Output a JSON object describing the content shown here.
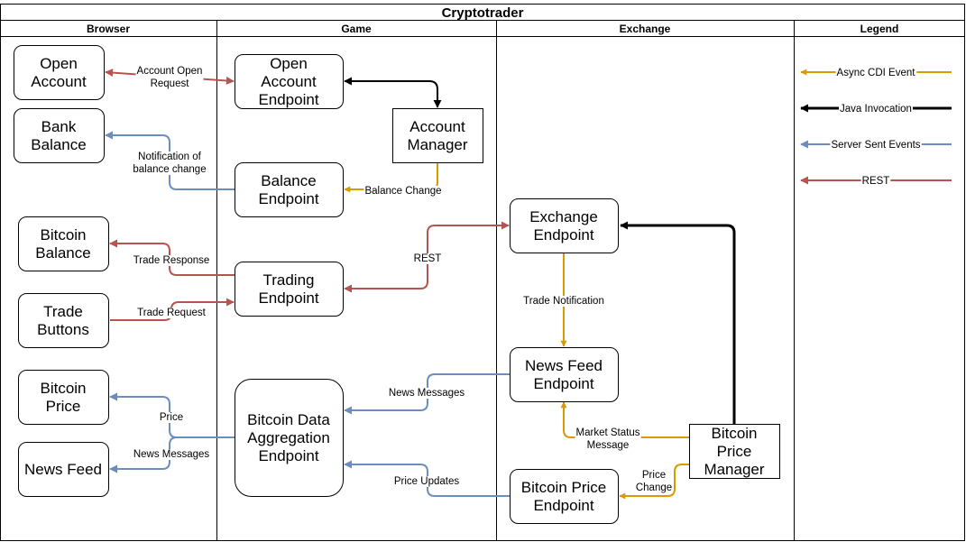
{
  "title": "Cryptotrader",
  "colors": {
    "async": "#D79B00",
    "java": "#000000",
    "sse": "#6C8EBF",
    "rest": "#B85450"
  },
  "lanes": [
    {
      "id": "browser",
      "label": "Browser"
    },
    {
      "id": "game",
      "label": "Game"
    },
    {
      "id": "exchange",
      "label": "Exchange"
    },
    {
      "id": "legend",
      "label": "Legend"
    }
  ],
  "nodes": {
    "open_account": {
      "lines": [
        "Open",
        "Account"
      ]
    },
    "bank_balance": {
      "lines": [
        "Bank",
        "Balance"
      ]
    },
    "bitcoin_balance": {
      "lines": [
        "Bitcoin",
        "Balance"
      ]
    },
    "trade_buttons": {
      "lines": [
        "Trade",
        "Buttons"
      ]
    },
    "bitcoin_price": {
      "lines": [
        "Bitcoin",
        "Price"
      ]
    },
    "news_feed": {
      "lines": [
        "News Feed"
      ]
    },
    "open_account_endpoint": {
      "lines": [
        "Open",
        "Account",
        "Endpoint"
      ]
    },
    "account_manager": {
      "lines": [
        "Account",
        "Manager"
      ]
    },
    "balance_endpoint": {
      "lines": [
        "Balance",
        "Endpoint"
      ]
    },
    "trading_endpoint": {
      "lines": [
        "Trading",
        "Endpoint"
      ]
    },
    "bitcoin_data_aggregation_endpoint": {
      "lines": [
        "Bitcoin Data",
        "Aggregation",
        "Endpoint"
      ]
    },
    "exchange_endpoint": {
      "lines": [
        "Exchange",
        "Endpoint"
      ]
    },
    "news_feed_endpoint": {
      "lines": [
        "News Feed",
        "Endpoint"
      ]
    },
    "bitcoin_price_endpoint": {
      "lines": [
        "Bitcoin Price",
        "Endpoint"
      ]
    },
    "bitcoin_price_manager": {
      "lines": [
        "Bitcoin",
        "Price",
        "Manager"
      ]
    }
  },
  "edges": {
    "account_open_request": {
      "type": "rest",
      "lines": [
        "Account Open",
        "Request"
      ]
    },
    "open_account_to_manager": {
      "type": "java",
      "lines": []
    },
    "notification_balance_change": {
      "type": "sse",
      "lines": [
        "Notification of",
        "balance change"
      ]
    },
    "balance_change": {
      "type": "async",
      "lines": [
        "Balance Change"
      ]
    },
    "trade_response": {
      "type": "rest",
      "lines": [
        "Trade Response"
      ]
    },
    "trade_request": {
      "type": "rest",
      "lines": [
        "Trade Request"
      ]
    },
    "rest_trading_exchange": {
      "type": "rest",
      "lines": [
        "REST"
      ]
    },
    "trade_notification": {
      "type": "async",
      "lines": [
        "Trade Notification"
      ]
    },
    "news_messages_game": {
      "type": "sse",
      "lines": [
        "News Messages"
      ]
    },
    "price": {
      "type": "sse",
      "lines": [
        "Price"
      ]
    },
    "news_messages_browser": {
      "type": "sse",
      "lines": [
        "News Messages"
      ]
    },
    "market_status_message": {
      "type": "async",
      "lines": [
        "Market Status",
        "Message"
      ]
    },
    "price_change": {
      "type": "async",
      "lines": [
        "Price",
        "Change"
      ]
    },
    "price_updates": {
      "type": "sse",
      "lines": [
        "Price Updates"
      ]
    },
    "manager_to_exchange": {
      "type": "java",
      "lines": []
    }
  },
  "legend": [
    {
      "type": "async",
      "label": "Async CDI Event"
    },
    {
      "type": "java",
      "label": "Java Invocation"
    },
    {
      "type": "sse",
      "label": "Server Sent Events"
    },
    {
      "type": "rest",
      "label": "REST"
    }
  ]
}
